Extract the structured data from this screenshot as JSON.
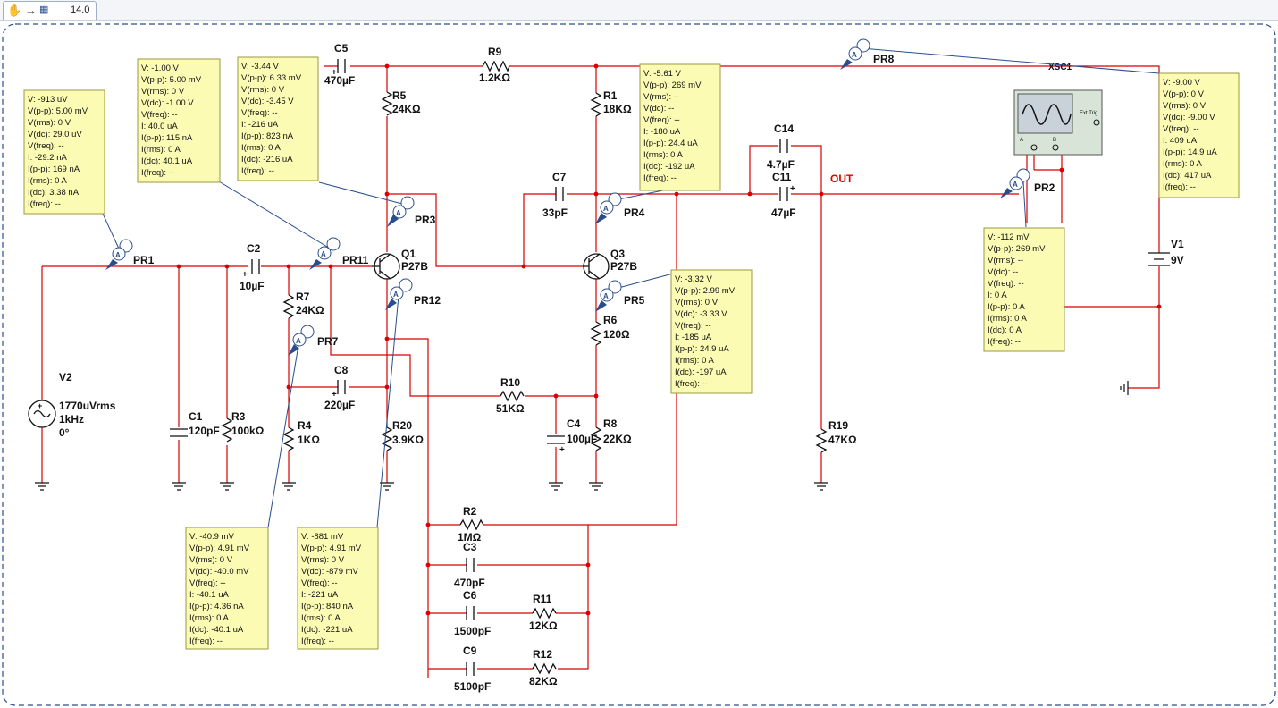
{
  "tab": {
    "zoom": "14.0",
    "hand_icon": "hand-pan-icon",
    "view_icon": "view-icon"
  },
  "components": {
    "C5": {
      "ref": "C5",
      "value": "470µF"
    },
    "R9": {
      "ref": "R9",
      "value": "1.2KΩ"
    },
    "R5": {
      "ref": "R5",
      "value": "24KΩ"
    },
    "R1": {
      "ref": "R1",
      "value": "18KΩ"
    },
    "C14": {
      "ref": "C14",
      "value": "4.7µF"
    },
    "C11": {
      "ref": "C11",
      "value": "47µF"
    },
    "C7": {
      "ref": "C7",
      "value": "33pF"
    },
    "Q1": {
      "ref": "Q1",
      "value": "P27B"
    },
    "Q3": {
      "ref": "Q3",
      "value": "P27B"
    },
    "C2": {
      "ref": "C2",
      "value": "10µF"
    },
    "R7": {
      "ref": "R7",
      "value": "24KΩ"
    },
    "C8": {
      "ref": "C8",
      "value": "220µF"
    },
    "R10": {
      "ref": "R10",
      "value": "51KΩ"
    },
    "R6": {
      "ref": "R6",
      "value": "120Ω"
    },
    "V2": {
      "ref": "V2",
      "value": "1770uVrms",
      "freq": "1kHz",
      "phase": "0°"
    },
    "C1": {
      "ref": "C1",
      "value": "120pF"
    },
    "R3": {
      "ref": "R3",
      "value": "100kΩ"
    },
    "R4": {
      "ref": "R4",
      "value": "1KΩ"
    },
    "R20": {
      "ref": "R20",
      "value": "3.9KΩ"
    },
    "C4": {
      "ref": "C4",
      "value": "100µF"
    },
    "R8": {
      "ref": "R8",
      "value": "22KΩ"
    },
    "R19": {
      "ref": "R19",
      "value": "47KΩ"
    },
    "V1": {
      "ref": "V1",
      "value": "9V"
    },
    "R2": {
      "ref": "R2",
      "value": "1MΩ"
    },
    "C3": {
      "ref": "C3",
      "value": "470pF"
    },
    "C6": {
      "ref": "C6",
      "value": "1500pF"
    },
    "R11": {
      "ref": "R11",
      "value": "12KΩ"
    },
    "C9": {
      "ref": "C9",
      "value": "5100pF"
    },
    "R12": {
      "ref": "R12",
      "value": "82KΩ"
    }
  },
  "net_labels": {
    "out": "OUT",
    "xsc1": "XSC1"
  },
  "scope": {
    "ext_trig": "Ext Trig",
    "ch_a": "A",
    "ch_b": "B"
  },
  "probe_labels": {
    "pr1": "PR1",
    "pr2": "PR2",
    "pr3": "PR3",
    "pr4": "PR4",
    "pr5": "PR5",
    "pr7": "PR7",
    "pr8": "PR8",
    "pr11": "PR11",
    "pr12": "PR12"
  },
  "probes": {
    "pr1": [
      "V: -913 uV",
      "V(p-p): 5.00 mV",
      "V(rms): 0 V",
      "V(dc): 29.0 uV",
      "V(freq): --",
      "I: -29.2 nA",
      "I(p-p): 169 nA",
      "I(rms): 0 A",
      "I(dc): 3.38 nA",
      "I(freq): --"
    ],
    "pr11": [
      "V: -1.00 V",
      "V(p-p): 5.00 mV",
      "V(rms): 0 V",
      "V(dc): -1.00 V",
      "V(freq): --",
      "I: 40.0 uA",
      "I(p-p): 115 nA",
      "I(rms): 0 A",
      "I(dc): 40.1 uA",
      "I(freq): --"
    ],
    "pr3": [
      "V: -3.44 V",
      "V(p-p): 6.33 mV",
      "V(rms): 0 V",
      "V(dc): -3.45 V",
      "V(freq): --",
      "I: -216 uA",
      "I(p-p): 823 nA",
      "I(rms): 0 A",
      "I(dc): -216 uA",
      "I(freq): --"
    ],
    "pr4": [
      "V: -5.61 V",
      "V(p-p): 269 mV",
      "V(rms): --",
      "V(dc): --",
      "V(freq): --",
      "I: -180 uA",
      "I(p-p): 24.4 uA",
      "I(rms): 0 A",
      "I(dc): -192 uA",
      "I(freq): --"
    ],
    "pr8": [
      "V: -9.00 V",
      "V(p-p): 0 V",
      "V(rms): 0 V",
      "V(dc): -9.00 V",
      "V(freq): --",
      "I: 409 uA",
      "I(p-p): 14.9 uA",
      "I(rms): 0 A",
      "I(dc): 417 uA",
      "I(freq): --"
    ],
    "pr2": [
      "V: -112 mV",
      "V(p-p): 269 mV",
      "V(rms): --",
      "V(dc): --",
      "V(freq): --",
      "I: 0 A",
      "I(p-p): 0 A",
      "I(rms): 0 A",
      "I(dc): 0 A",
      "I(freq): --"
    ],
    "pr5": [
      "V: -3.32 V",
      "V(p-p): 2.99 mV",
      "V(rms): 0 V",
      "V(dc): -3.33 V",
      "V(freq): --",
      "I: -185 uA",
      "I(p-p): 24.9 uA",
      "I(rms): 0 A",
      "I(dc): -197 uA",
      "I(freq): --"
    ],
    "pr7": [
      "V: -40.9 mV",
      "V(p-p): 4.91 mV",
      "V(rms): 0 V",
      "V(dc): -40.0 mV",
      "V(freq): --",
      "I: -40.1 uA",
      "I(p-p): 4.36 nA",
      "I(rms): 0 A",
      "I(dc): -40.1 uA",
      "I(freq): --"
    ],
    "pr12": [
      "V: -881 mV",
      "V(p-p): 4.91 mV",
      "V(rms): 0 V",
      "V(dc): -879 mV",
      "V(freq): --",
      "I: -221 uA",
      "I(p-p): 840 nA",
      "I(rms): 0 A",
      "I(dc): -221 uA",
      "I(freq): --"
    ]
  }
}
